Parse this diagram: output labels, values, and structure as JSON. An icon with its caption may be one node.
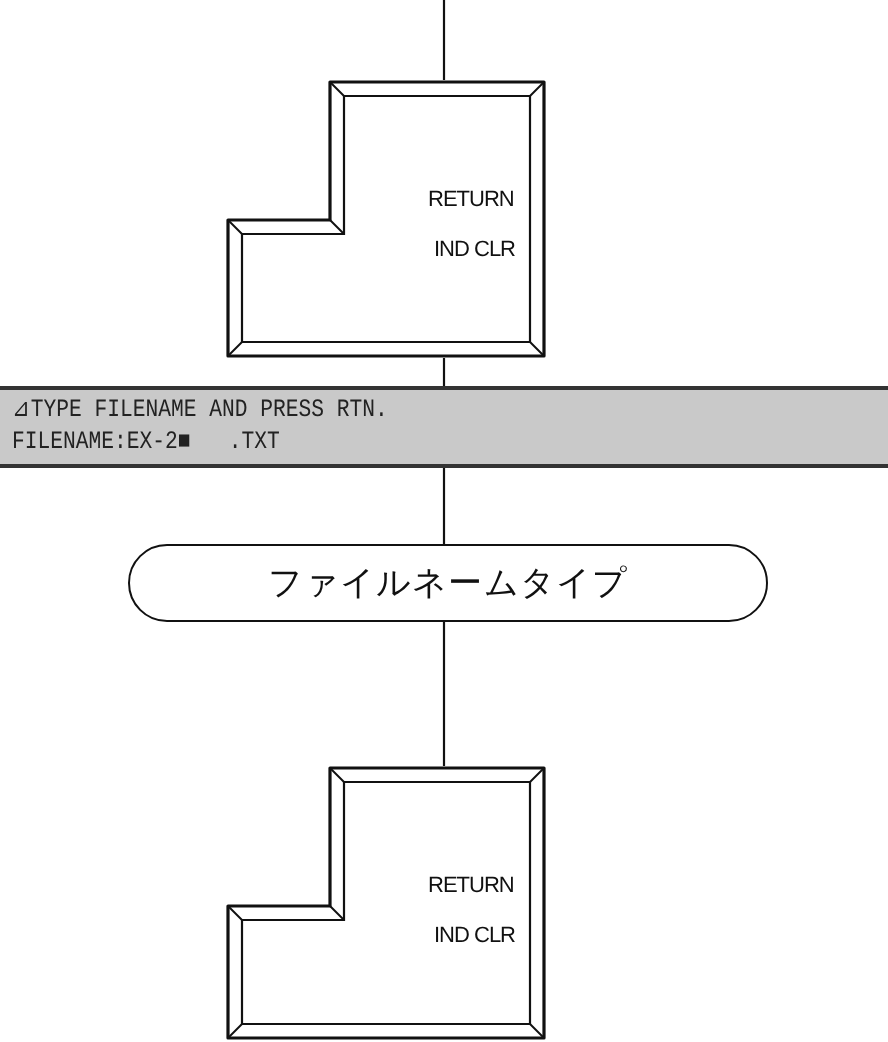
{
  "diagram": {
    "nodes": [
      {
        "text": [
          "RETURN",
          "IND CLR"
        ]
      },
      {
        "text": [
          "⊿TYPE FILENAME AND PRESS RTN.",
          "FILENAME:EX-2■   .TXT"
        ]
      },
      {
        "text": [
          "ファイルネームタイプ"
        ]
      },
      {
        "text": [
          "RETURN",
          "IND CLR"
        ]
      }
    ],
    "edges": [
      {
        "from": null,
        "to": 0,
        "arrow": "none"
      },
      {
        "from": 0,
        "to": 1,
        "arrow": "none"
      },
      {
        "from": 1,
        "to": 2,
        "arrow": "none"
      },
      {
        "from": 2,
        "to": 3,
        "arrow": "none"
      }
    ]
  }
}
